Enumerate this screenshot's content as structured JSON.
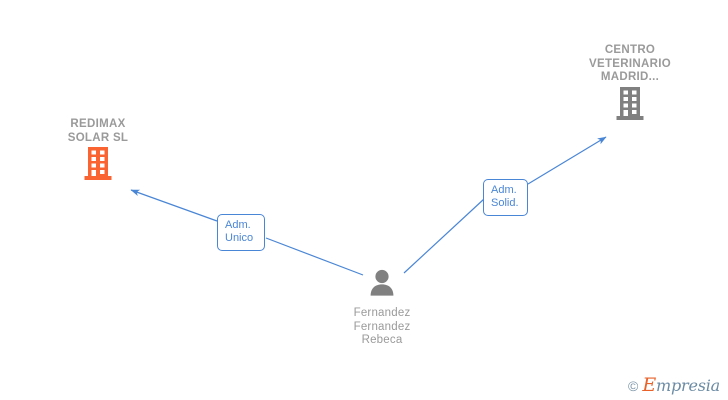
{
  "diagram": {
    "type": "relationship-graph",
    "background": "#ffffff",
    "colors": {
      "company_orange": "#fa6432",
      "company_gray": "#808080",
      "person_gray": "#808080",
      "edge_blue": "#4a86d6",
      "label_text": "#9a9a9a",
      "chip_text": "#4a86d6",
      "watermark_orange": "#e8622a",
      "watermark_gray": "#6b8ba4"
    },
    "nodes": [
      {
        "id": "redimax",
        "label": "REDIMAX\nSOLAR  SL",
        "kind": "company",
        "icon": "building-icon",
        "color": "#fa6432"
      },
      {
        "id": "centro",
        "label": "CENTRO\nVETERINARIO\nMADRID...",
        "kind": "company",
        "icon": "building-icon",
        "color": "#808080"
      },
      {
        "id": "person",
        "label": "Fernandez\nFernandez\nRebeca",
        "kind": "person",
        "icon": "person-icon",
        "color": "#808080"
      }
    ],
    "edges": [
      {
        "id": "edge-unico",
        "from": "person",
        "to": "redimax",
        "label": "Adm.\nUnico",
        "arrow": true
      },
      {
        "id": "edge-solid",
        "from": "person",
        "to": "centro",
        "label": "Adm.\nSolid.",
        "arrow": true
      }
    ]
  },
  "watermark": {
    "copyright": "©",
    "brand_initial": "E",
    "brand_rest": "mpresia"
  }
}
